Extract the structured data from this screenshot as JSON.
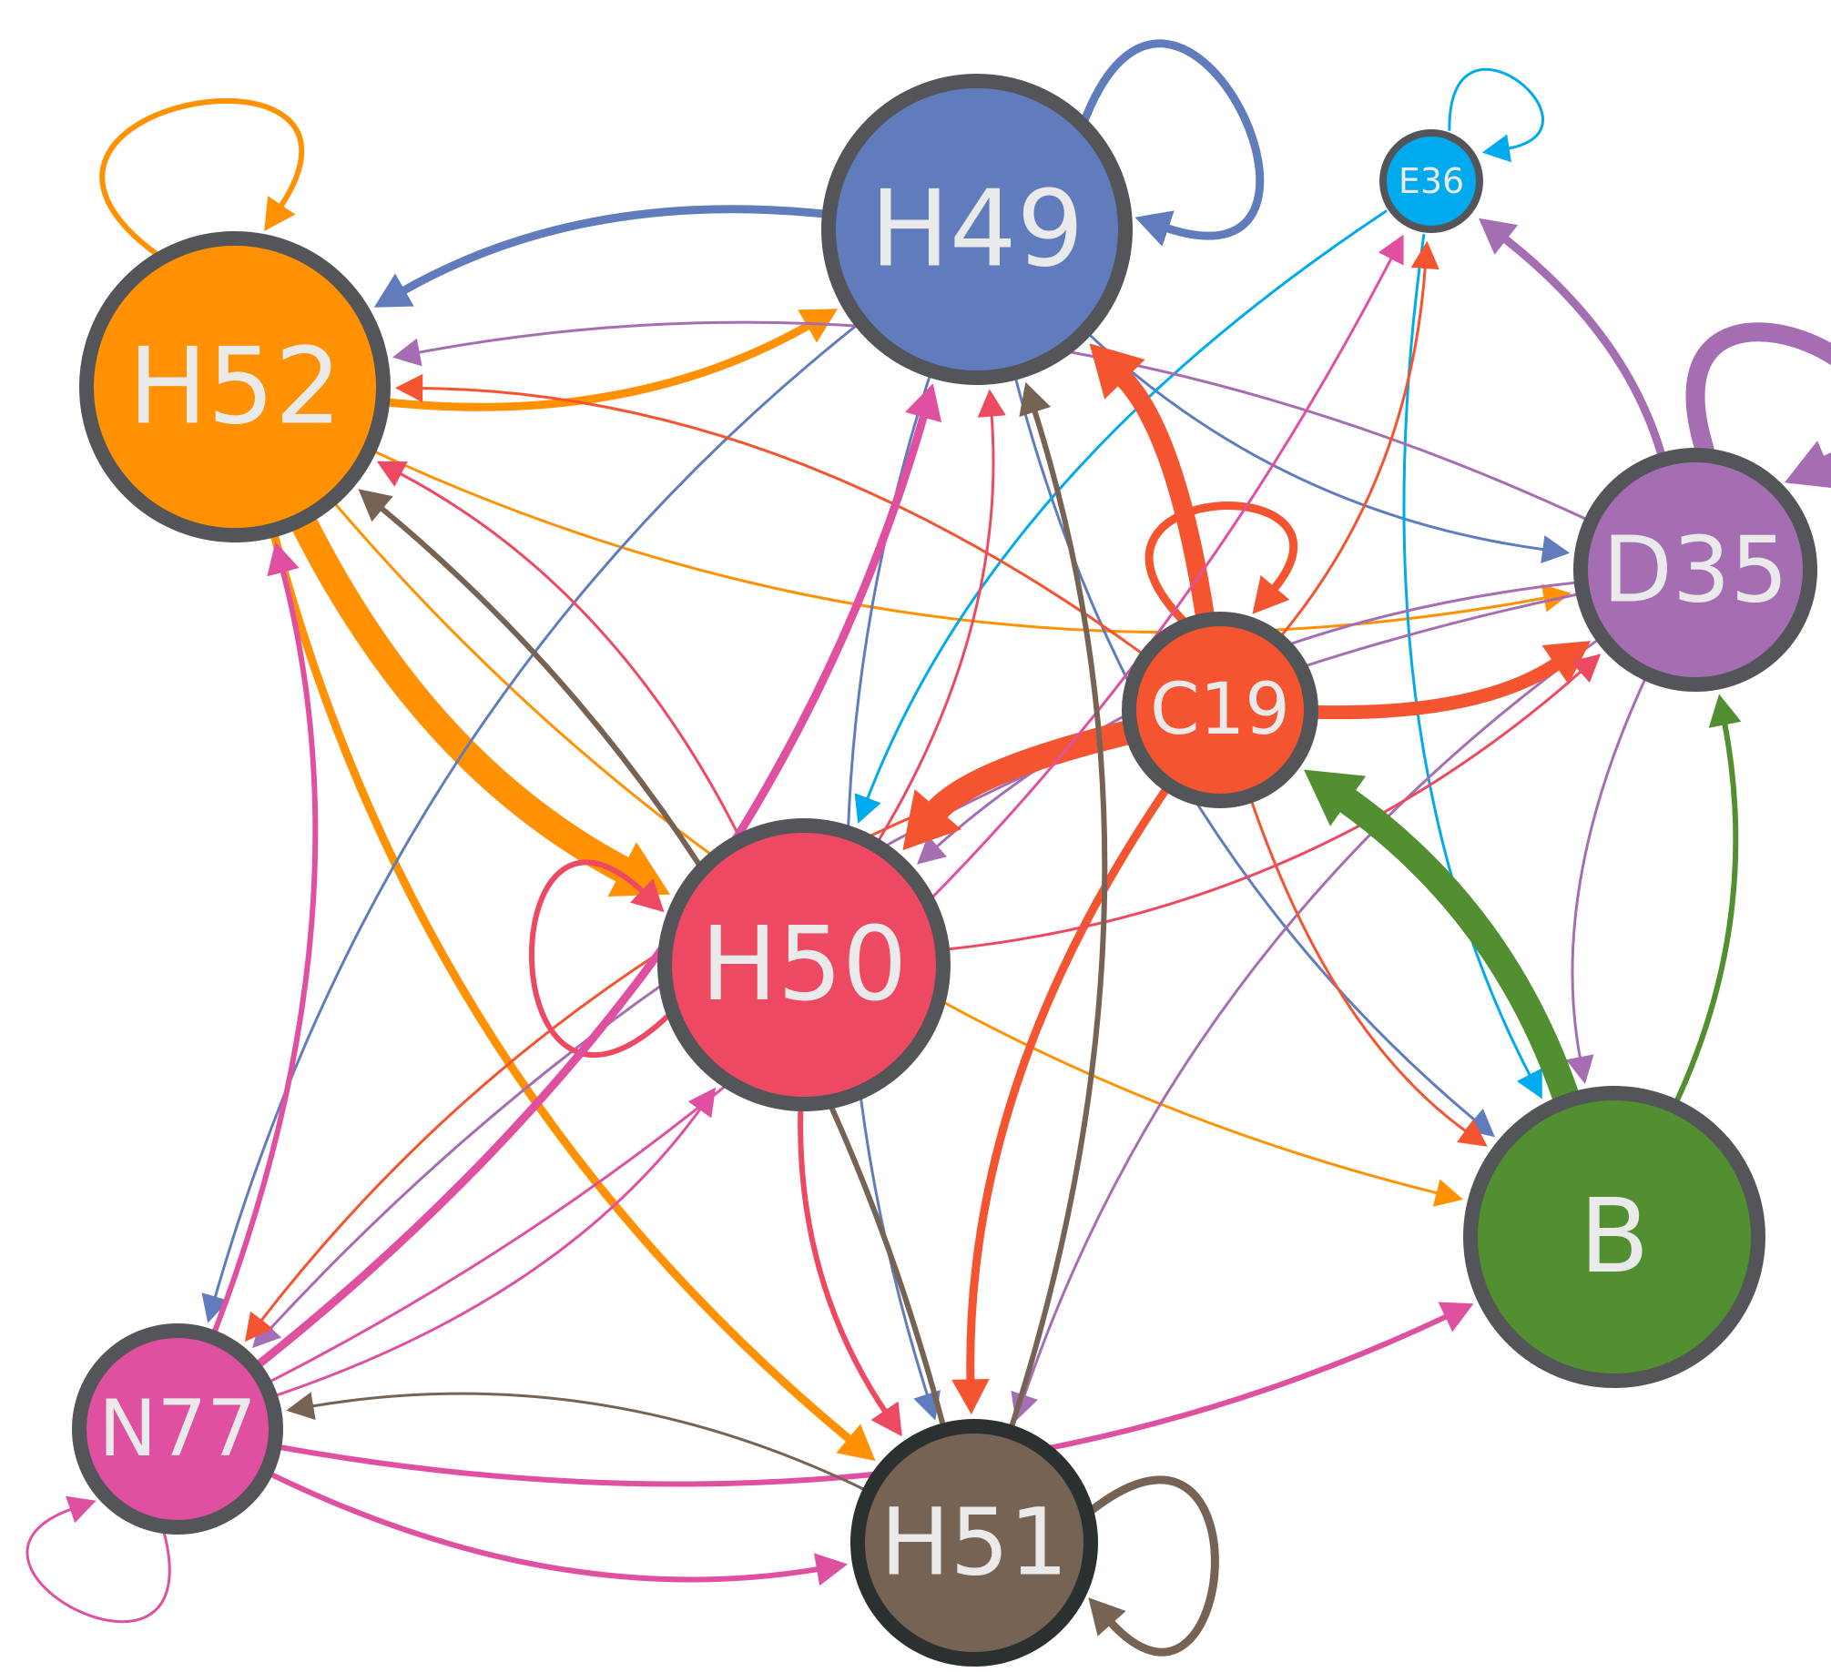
{
  "nodes": [
    {
      "id": "H52",
      "label": "H52",
      "color": "#ff9102"
    },
    {
      "id": "H49",
      "label": "H49",
      "color": "#617cbd"
    },
    {
      "id": "E36",
      "label": "E36",
      "color": "#00aaee"
    },
    {
      "id": "D35",
      "label": "D35",
      "color": "#a56eb3"
    },
    {
      "id": "C19",
      "label": "C19",
      "color": "#f4542f"
    },
    {
      "id": "H50",
      "label": "H50",
      "color": "#ee4962"
    },
    {
      "id": "B",
      "label": "B",
      "color": "#518f30"
    },
    {
      "id": "N77",
      "label": "N77",
      "color": "#e050a1"
    },
    {
      "id": "H51",
      "label": "H51",
      "color": "#766354"
    }
  ],
  "edges": [
    {
      "source": "H52",
      "target": "H52",
      "weight": 2
    },
    {
      "source": "H52",
      "target": "H49",
      "weight": 3
    },
    {
      "source": "H52",
      "target": "H50",
      "weight": 10
    },
    {
      "source": "H52",
      "target": "D35",
      "weight": 1
    },
    {
      "source": "H52",
      "target": "B",
      "weight": 1
    },
    {
      "source": "H52",
      "target": "H51",
      "weight": 3
    },
    {
      "source": "H49",
      "target": "H49",
      "weight": 3
    },
    {
      "source": "H49",
      "target": "H52",
      "weight": 3
    },
    {
      "source": "H49",
      "target": "D35",
      "weight": 1
    },
    {
      "source": "H49",
      "target": "B",
      "weight": 1
    },
    {
      "source": "H49",
      "target": "H51",
      "weight": 1
    },
    {
      "source": "H49",
      "target": "N77",
      "weight": 1
    },
    {
      "source": "E36",
      "target": "E36",
      "weight": 1
    },
    {
      "source": "E36",
      "target": "H50",
      "weight": 1
    },
    {
      "source": "E36",
      "target": "B",
      "weight": 1
    },
    {
      "source": "D35",
      "target": "D35",
      "weight": 7
    },
    {
      "source": "D35",
      "target": "E36",
      "weight": 3
    },
    {
      "source": "D35",
      "target": "H52",
      "weight": 1
    },
    {
      "source": "D35",
      "target": "H50",
      "weight": 1
    },
    {
      "source": "D35",
      "target": "B",
      "weight": 1
    },
    {
      "source": "D35",
      "target": "H51",
      "weight": 1
    },
    {
      "source": "D35",
      "target": "N77",
      "weight": 1
    },
    {
      "source": "C19",
      "target": "C19",
      "weight": 3
    },
    {
      "source": "C19",
      "target": "H49",
      "weight": 7
    },
    {
      "source": "C19",
      "target": "H50",
      "weight": 9
    },
    {
      "source": "C19",
      "target": "D35",
      "weight": 5
    },
    {
      "source": "C19",
      "target": "E36",
      "weight": 1
    },
    {
      "source": "C19",
      "target": "H52",
      "weight": 1
    },
    {
      "source": "C19",
      "target": "B",
      "weight": 1
    },
    {
      "source": "C19",
      "target": "H51",
      "weight": 3
    },
    {
      "source": "C19",
      "target": "N77",
      "weight": 1
    },
    {
      "source": "H50",
      "target": "H50",
      "weight": 2
    },
    {
      "source": "H50",
      "target": "H49",
      "weight": 1
    },
    {
      "source": "H50",
      "target": "H52",
      "weight": 1
    },
    {
      "source": "H50",
      "target": "D35",
      "weight": 1
    },
    {
      "source": "H50",
      "target": "H51",
      "weight": 2
    },
    {
      "source": "B",
      "target": "C19",
      "weight": 10
    },
    {
      "source": "B",
      "target": "D35",
      "weight": 2
    },
    {
      "source": "N77",
      "target": "N77",
      "weight": 1
    },
    {
      "source": "N77",
      "target": "H52",
      "weight": 2
    },
    {
      "source": "N77",
      "target": "H49",
      "weight": 3
    },
    {
      "source": "N77",
      "target": "H50",
      "weight": 1
    },
    {
      "source": "N77",
      "target": "E36",
      "weight": 1
    },
    {
      "source": "N77",
      "target": "B",
      "weight": 2
    },
    {
      "source": "N77",
      "target": "H51",
      "weight": 2
    },
    {
      "source": "H51",
      "target": "H51",
      "weight": 3
    },
    {
      "source": "H51",
      "target": "H52",
      "weight": 2
    },
    {
      "source": "H51",
      "target": "H49",
      "weight": 2
    },
    {
      "source": "H51",
      "target": "N77",
      "weight": 1
    }
  ]
}
